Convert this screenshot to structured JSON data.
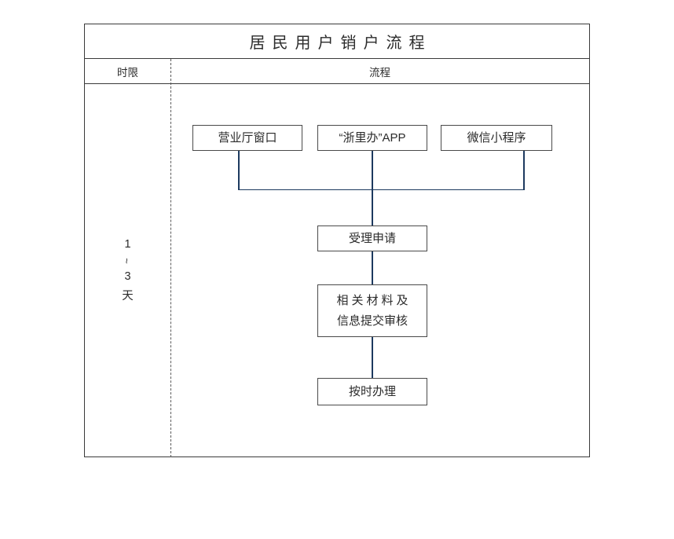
{
  "document": {
    "title": "居民用户销户流程",
    "columns": {
      "duration_header": "时限",
      "process_header": "流程"
    },
    "duration": {
      "start": "1",
      "separator": "~",
      "end": "3",
      "unit": "天"
    }
  },
  "flow": {
    "channels": [
      {
        "id": "hall",
        "label": "营业厅窗口"
      },
      {
        "id": "app",
        "label": "“浙里办”APP"
      },
      {
        "id": "wechat",
        "label": "微信小程序"
      }
    ],
    "steps": [
      {
        "id": "accept",
        "label": "受理申请"
      },
      {
        "id": "materials",
        "line1": "相关材料及",
        "line2": "信息提交审核"
      },
      {
        "id": "ontime",
        "label": "按时办理"
      }
    ]
  },
  "colors": {
    "connector": "#1d3a5f",
    "box_border": "#4a4a4a",
    "table_border": "#3a3a3a",
    "text": "#2b2b2b",
    "background": "#ffffff"
  }
}
